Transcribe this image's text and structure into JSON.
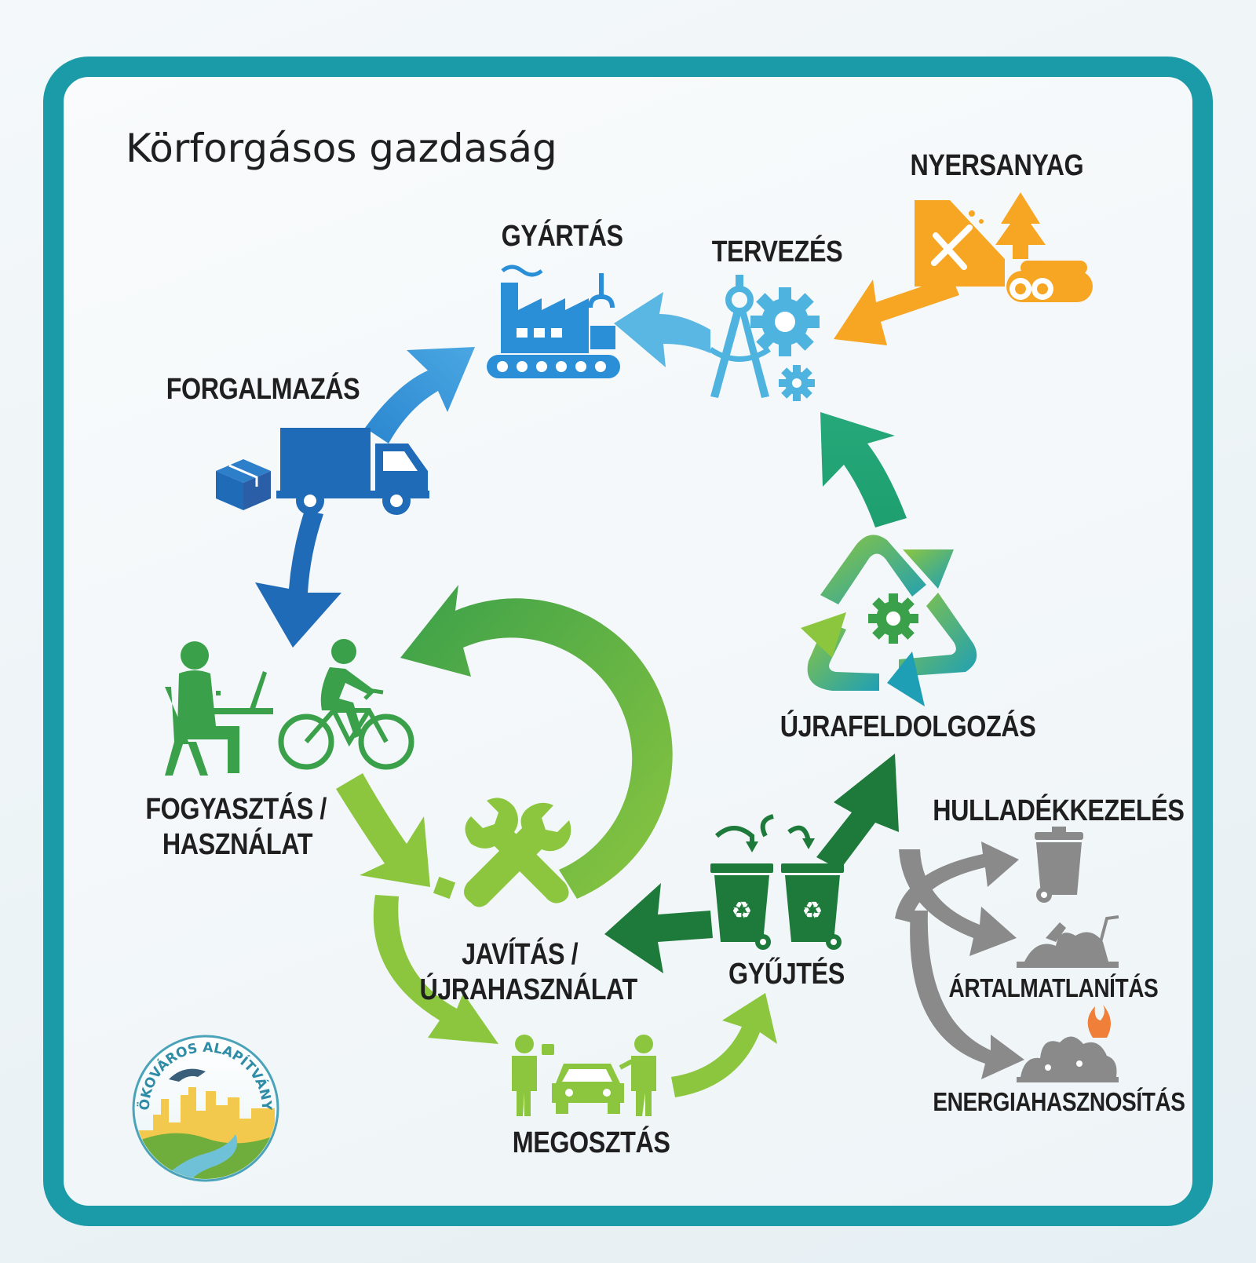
{
  "title": "Körforgásos gazdaság",
  "stages": {
    "nyersanyag": "NYERSANYAG",
    "tervezes": "TERVEZÉS",
    "gyartas": "GYÁRTÁS",
    "forgalmazas": "FORGALMAZÁS",
    "fogyasztas_1": "FOGYASZTÁS /",
    "fogyasztas_2": "HASZNÁLAT",
    "javitas_1": "JAVÍTÁS /",
    "javitas_2": "ÚJRAHASZNÁLAT",
    "megosztas": "MEGOSZTÁS",
    "gyujtes": "GYŰJTÉS",
    "ujrafeldolgozas": "ÚJRAFELDOLGOZÁS",
    "hulladekkezeles": "HULLADÉKKEZELÉS",
    "artalmatlanitas": "ÁRTALMATLANÍTÁS",
    "energiahasznositas": "ENERGIAHASZNOSÍTÁS"
  },
  "logo_text": "ÖKOVÁROS ALAPÍTVÁNY",
  "colors": {
    "frame": "#1b9aa8",
    "raw": "#f6a623",
    "design": "#4fb3e0",
    "factory": "#2b8fd8",
    "truck": "#1f6bb8",
    "consume": "#3aa04a",
    "light_green": "#8cc63f",
    "dark_green": "#1e7a3a",
    "recycle": "#2aa56b",
    "waste": "#8a8a8a"
  }
}
